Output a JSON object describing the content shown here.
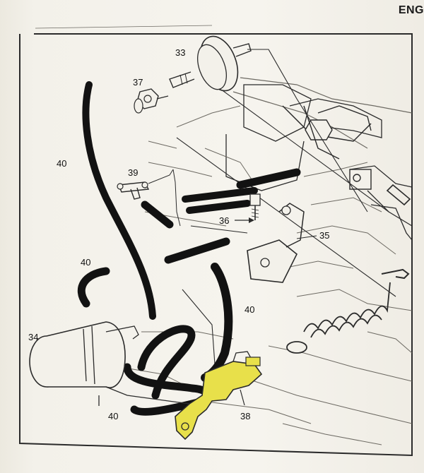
{
  "header": {
    "corner_tag": "ENG"
  },
  "callouts": [
    {
      "id": "c33",
      "text": "33"
    },
    {
      "id": "c37",
      "text": "37"
    },
    {
      "id": "c40a",
      "text": "40"
    },
    {
      "id": "c39",
      "text": "39"
    },
    {
      "id": "c36",
      "text": "36"
    },
    {
      "id": "c35",
      "text": "35"
    },
    {
      "id": "c40b",
      "text": "40"
    },
    {
      "id": "c40c",
      "text": "40"
    },
    {
      "id": "c34",
      "text": "34"
    },
    {
      "id": "c40d",
      "text": "40"
    },
    {
      "id": "c38",
      "text": "38"
    }
  ],
  "colors": {
    "paper": "#f6f4ee",
    "ink": "#2b2b2b",
    "hose": "#121212",
    "highlight": "#e8e04a"
  }
}
